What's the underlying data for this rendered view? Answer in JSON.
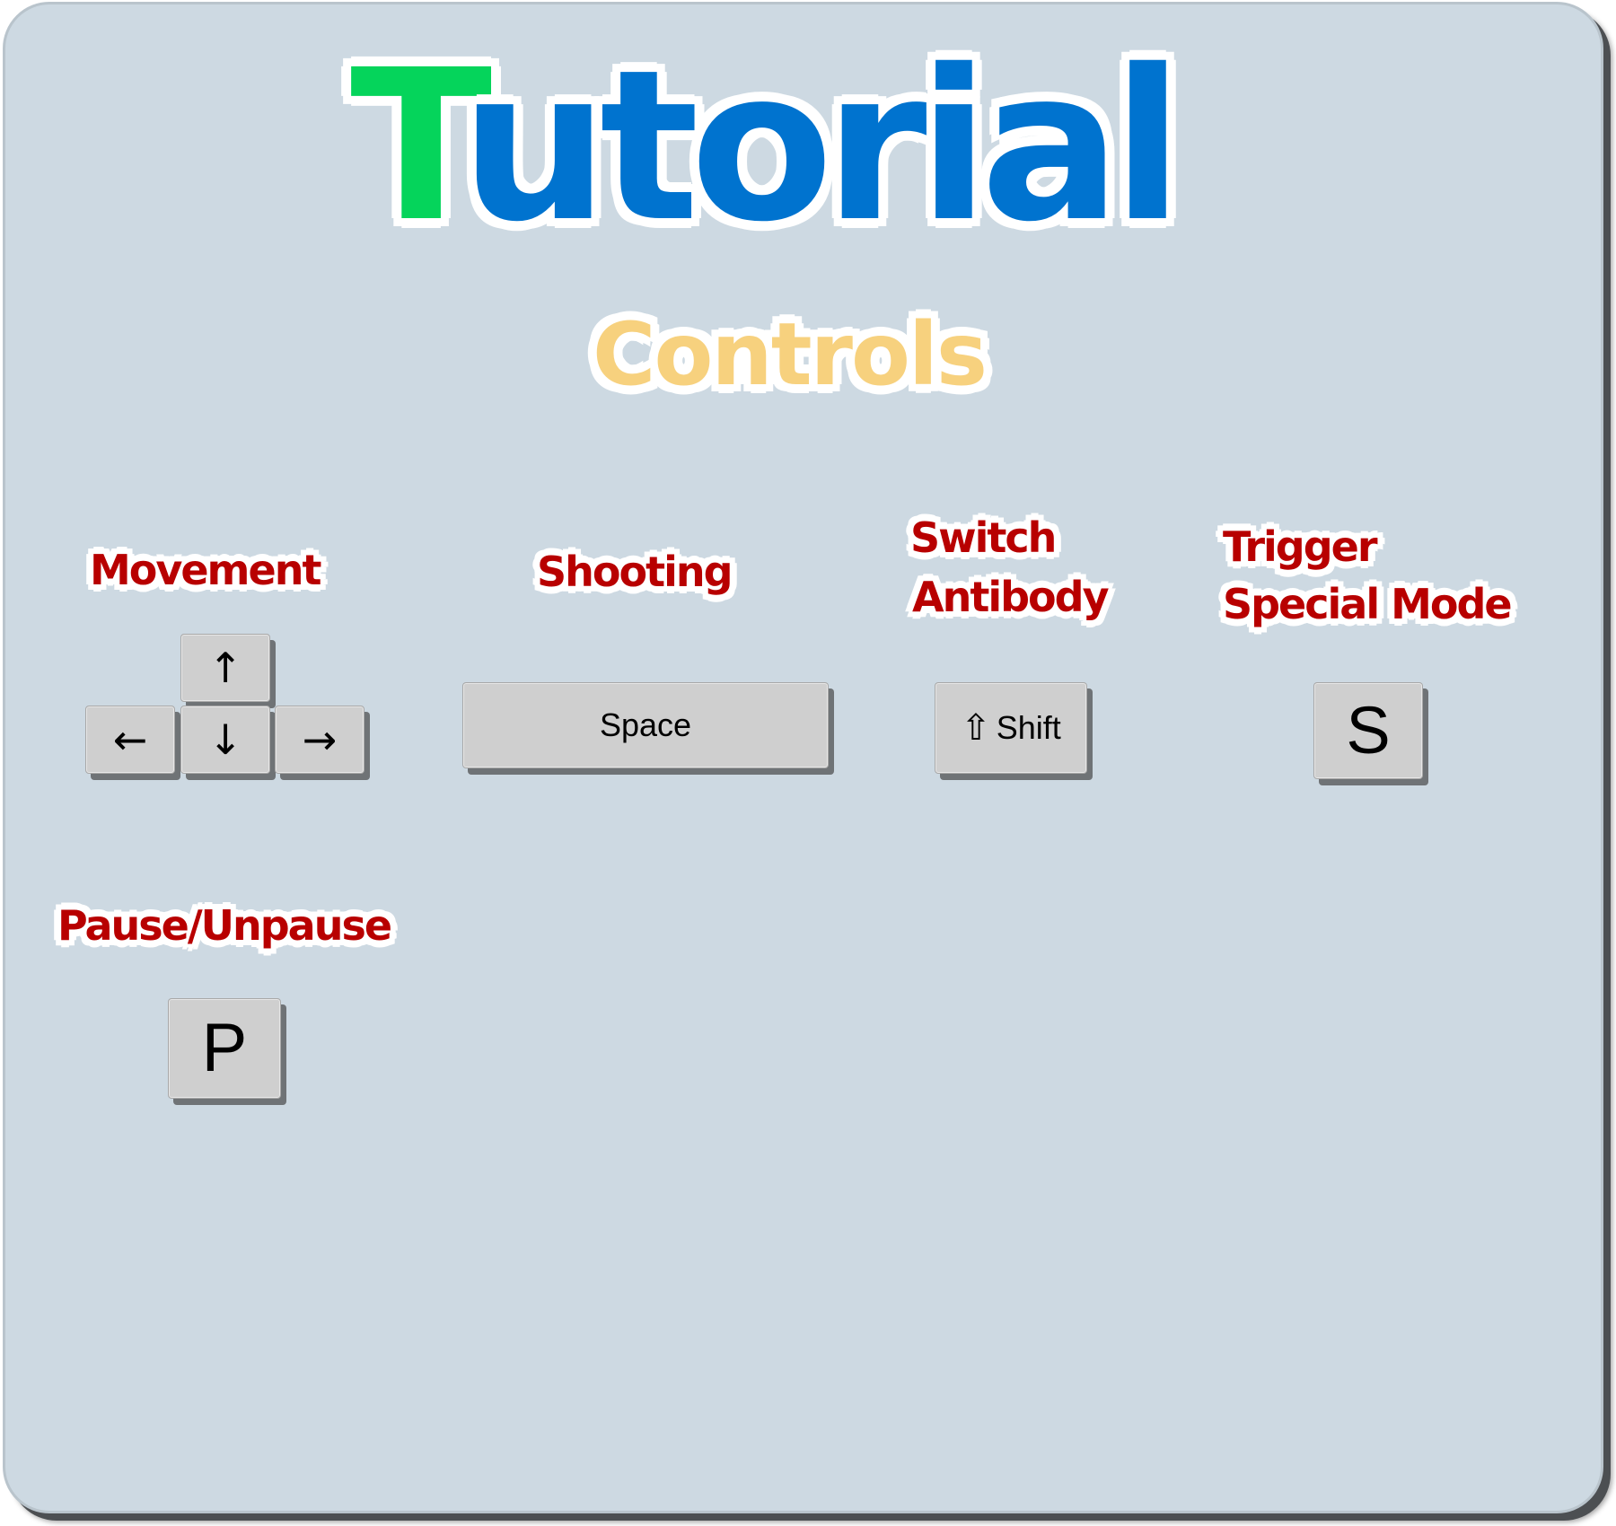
{
  "title": {
    "first_letter": "T",
    "rest": "utorial"
  },
  "subtitle": "Controls",
  "controls": {
    "movement": {
      "label": "Movement",
      "keys": {
        "up": "↑",
        "left": "←",
        "down": "↓",
        "right": "→"
      }
    },
    "shooting": {
      "label": "Shooting",
      "key": "Space"
    },
    "switch_antibody": {
      "label_line1": "Switch",
      "label_line2": "Antibody",
      "key_icon": "⇧",
      "key": "Shift"
    },
    "special_mode": {
      "label_line1": "Trigger",
      "label_line2": "Special Mode",
      "key": "S"
    },
    "pause": {
      "label": "Pause/Unpause",
      "key": "P"
    }
  },
  "colors": {
    "panel": "#cdd9e2",
    "title_green": "#05d45b",
    "title_blue": "#0073cf",
    "subtitle": "#f7d17e",
    "label_red": "#b80000",
    "key": "#cfcfcf"
  }
}
